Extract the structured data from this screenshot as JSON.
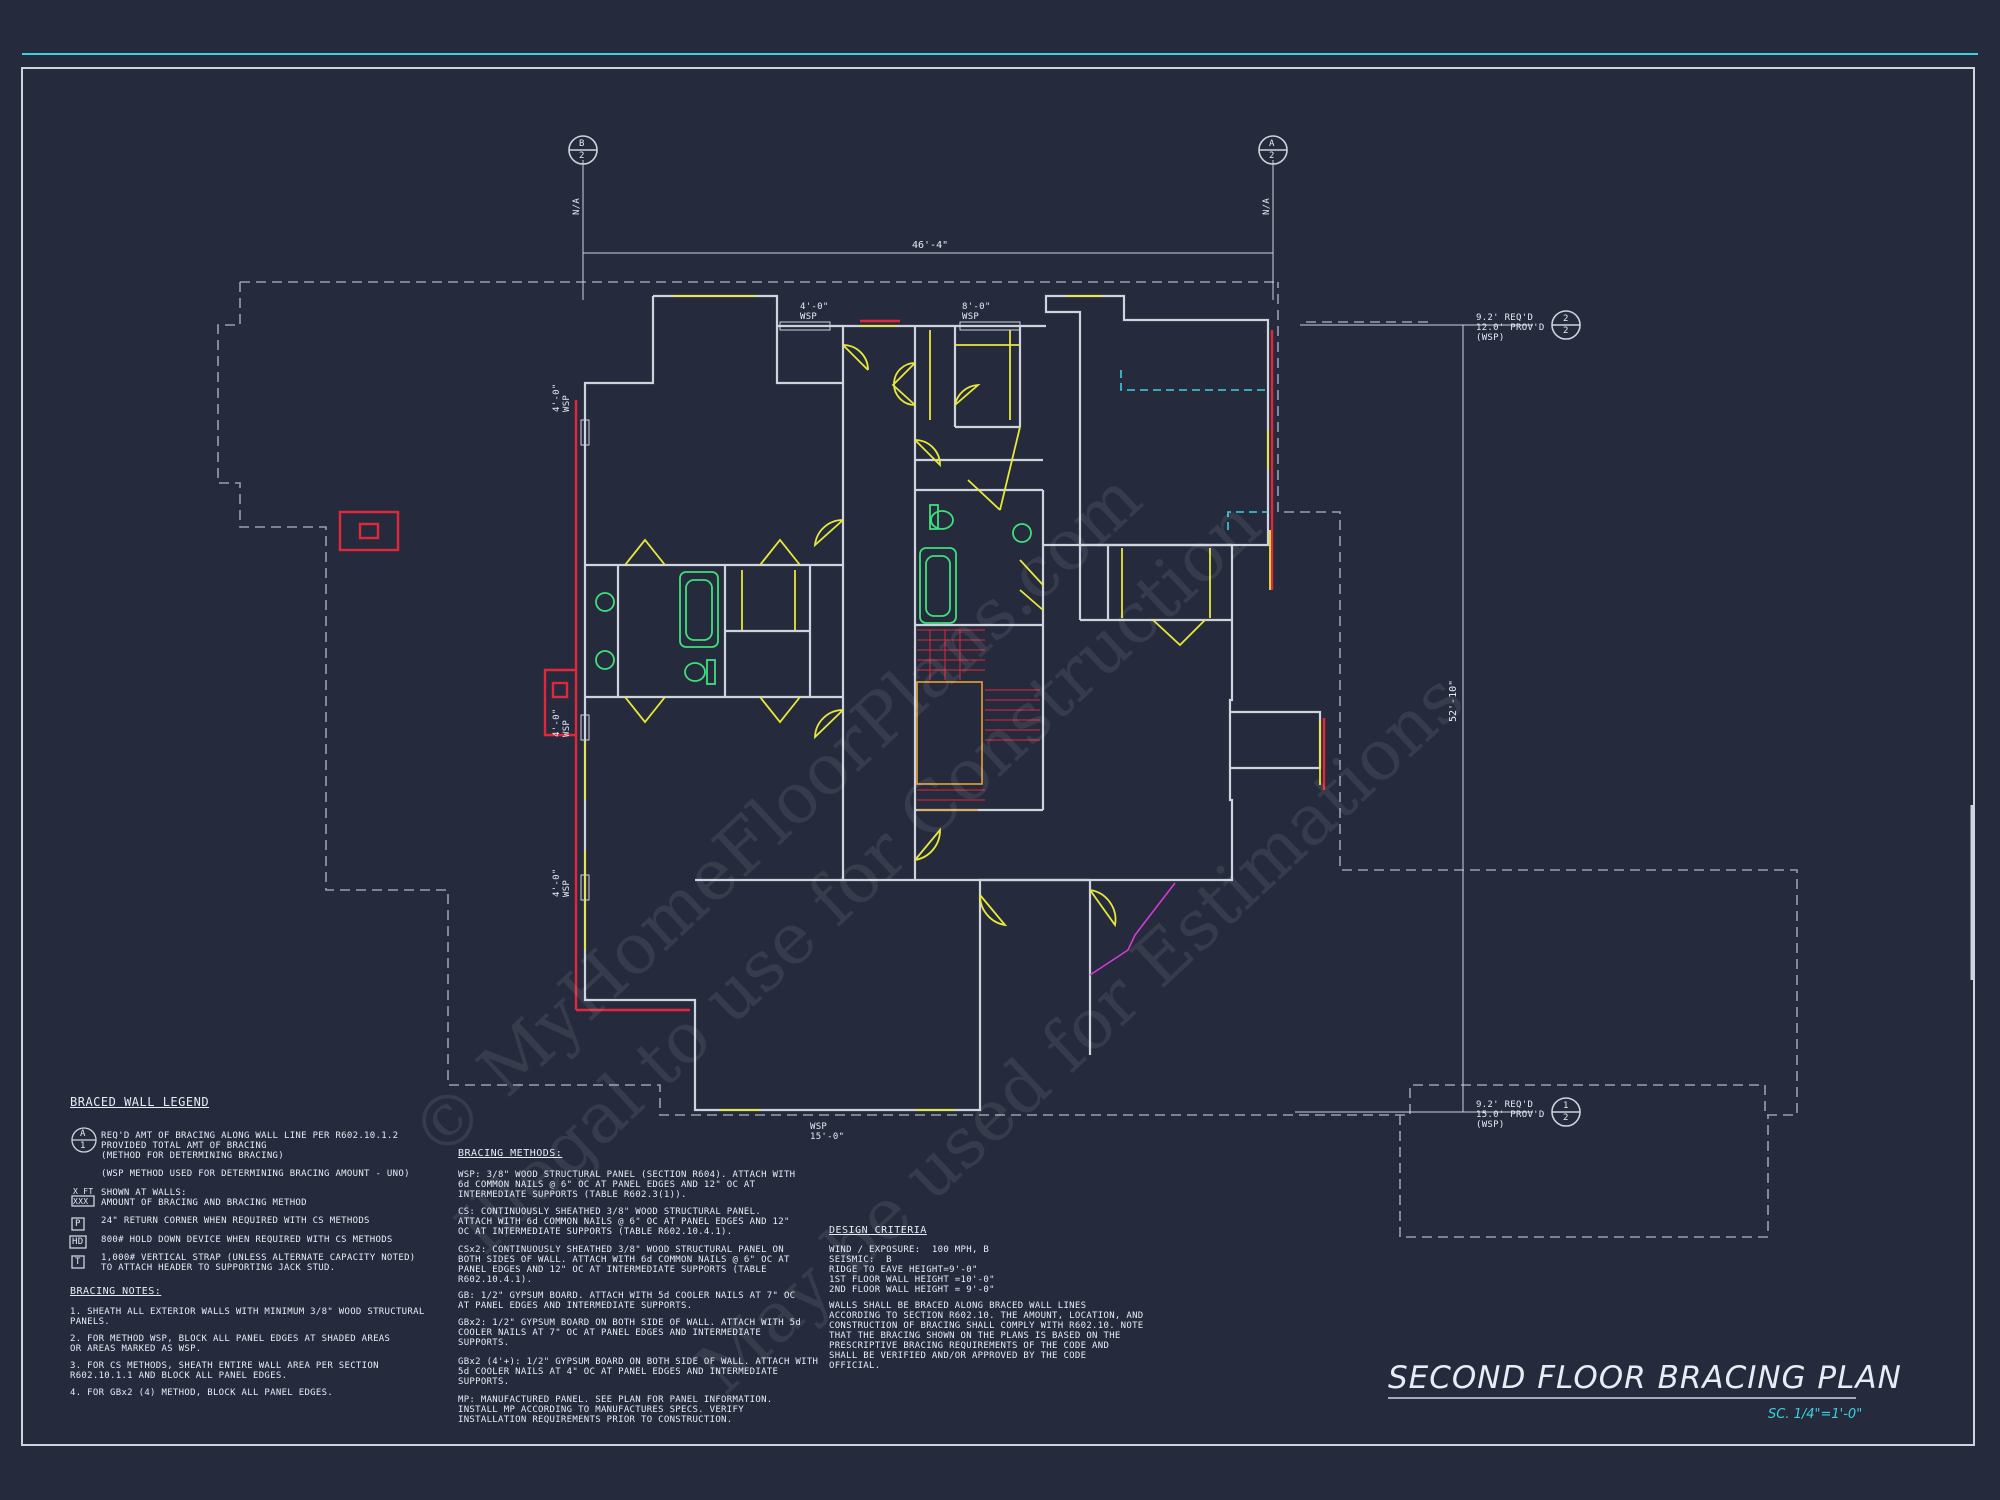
{
  "drawing": {
    "title": "SECOND FLOOR BRACING PLAN",
    "scale": "SC. 1/4\"=1'-0\""
  },
  "dimensions": {
    "overall_width": "46'-4\"",
    "overall_depth": "52'-10\"",
    "grid_top_left": {
      "letter": "B",
      "num": "2"
    },
    "grid_top_right": {
      "letter": "A",
      "num": "2"
    },
    "grid_na": "N/A",
    "line_2_label": "9.2' REQ'D\n12.0' PROV'D\n(WSP)",
    "line_2_circle": {
      "top": "2",
      "bottom": "2"
    },
    "line_1_label": "9.2' REQ'D\n15.0' PROV'D\n(WSP)",
    "line_1_circle": {
      "top": "1",
      "bottom": "2"
    },
    "tag_top_1": "4'-0\"\nWSP",
    "tag_top_2": "8'-0\"\nWSP",
    "tag_bottom": "WSP\n15'-0\"",
    "tag_left_1": "4'-0\"\nWSP",
    "tag_left_2": "4'-0\"\nWSP",
    "tag_left_3": "4'-0\"\nWSP"
  },
  "legend": {
    "heading": "BRACED WALL LEGEND",
    "symbol_a": {
      "top": "A",
      "bottom": "1"
    },
    "line1": "REQ'D AMT OF BRACING ALONG WALL LINE PER R602.10.1.2\nPROVIDED TOTAL AMT OF BRACING\n(METHOD FOR DETERMINING BRACING)",
    "line2": "(WSP METHOD USED FOR DETERMINING BRACING AMOUNT - UNO)",
    "xft_symbol": "X FT\nXXX",
    "xft_text": "SHOWN AT WALLS:\nAMOUNT OF BRACING AND BRACING METHOD",
    "p_symbol": "P",
    "p_text": "24\" RETURN CORNER WHEN REQUIRED WITH CS METHODS",
    "hd_symbol": "HD",
    "hd_text": "800# HOLD DOWN DEVICE WHEN REQUIRED WITH CS METHODS",
    "t_symbol": "T",
    "t_text": "1,000# VERTICAL STRAP (UNLESS ALTERNATE CAPACITY NOTED)\nTO ATTACH HEADER TO SUPPORTING JACK STUD."
  },
  "bracing_notes": {
    "heading": "BRACING NOTES:",
    "items": [
      "1. SHEATH ALL EXTERIOR WALLS WITH MINIMUM 3/8\" WOOD STRUCTURAL\nPANELS.",
      "2. FOR METHOD WSP, BLOCK ALL PANEL EDGES AT SHADED AREAS\nOR AREAS MARKED AS WSP.",
      "3. FOR CS METHODS, SHEATH ENTIRE WALL AREA PER SECTION\nR602.10.1.1 AND BLOCK ALL PANEL EDGES.",
      "4. FOR GBx2 (4) METHOD, BLOCK ALL PANEL EDGES."
    ]
  },
  "bracing_methods": {
    "heading": "BRACING METHODS:",
    "items": [
      "WSP: 3/8\" WOOD STRUCTURAL PANEL (SECTION R604). ATTACH WITH\n6d COMMON NAILS @ 6\" OC AT PANEL EDGES AND 12\" OC AT\nINTERMEDIATE SUPPORTS (TABLE R602.3(1)).",
      "CS: CONTINUOUSLY SHEATHED 3/8\" WOOD STRUCTURAL PANEL.\nATTACH WITH 6d COMMON NAILS @ 6\" OC AT PANEL EDGES AND 12\"\nOC AT INTERMEDIATE SUPPORTS (TABLE R602.10.4.1).",
      "CSx2: CONTINUOUSLY SHEATHED 3/8\" WOOD STRUCTURAL PANEL ON\nBOTH SIDES OF WALL. ATTACH WITH 6d COMMON NAILS @ 6\" OC AT\nPANEL EDGES AND 12\" OC AT INTERMEDIATE SUPPORTS (TABLE\nR602.10.4.1).",
      "GB: 1/2\" GYPSUM BOARD. ATTACH WITH 5d COOLER NAILS AT 7\" OC\nAT PANEL EDGES AND INTERMEDIATE SUPPORTS.",
      "GBx2: 1/2\" GYPSUM BOARD ON BOTH SIDE OF WALL. ATTACH WITH 5d\nCOOLER NAILS AT 7\" OC AT PANEL EDGES AND INTERMEDIATE\nSUPPORTS.",
      "GBx2 (4'+): 1/2\" GYPSUM BOARD ON BOTH SIDE OF WALL. ATTACH WITH\n5d COOLER NAILS AT 4\" OC AT PANEL EDGES AND INTERMEDIATE\nSUPPORTS.",
      "MP: MANUFACTURED PANEL. SEE PLAN FOR PANEL INFORMATION.\nINSTALL MP ACCORDING TO MANUFACTURES SPECS. VERIFY\nINSTALLATION REQUIREMENTS PRIOR TO CONSTRUCTION."
    ]
  },
  "design_criteria": {
    "heading": "DESIGN CRITERIA",
    "lines": "WIND / EXPOSURE:  100 MPH, B\nSEISMIC:  B\nRIDGE TO EAVE HEIGHT=9'-0\"\n1ST FLOOR WALL HEIGHT =10'-0\"\n2ND FLOOR WALL HEIGHT = 9'-0\"",
    "note": "WALLS SHALL BE BRACED ALONG BRACED WALL LINES\nACCORDING TO SECTION R602.10. THE AMOUNT, LOCATION, AND\nCONSTRUCTION OF BRACING SHALL COMPLY WITH R602.10. NOTE\nTHAT THE BRACING SHOWN ON THE PLANS IS BASED ON THE\nPRESCRIPTIVE BRACING REQUIREMENTS OF THE CODE AND\nSHALL BE VERIFIED AND/OR APPROVED BY THE CODE\nOFFICIAL."
  },
  "watermark": {
    "line1": "© MyHomeFloorPlans.com",
    "line2": "Illegal to use for Construction",
    "line3": "May be used for Estimations"
  },
  "colors": {
    "background": "#252a3d",
    "wall": "#cfd3dc",
    "brace_red": "#e0283a",
    "door_yellow": "#e8e83a",
    "fixture_green": "#3ee07a",
    "accent_cyan": "#3fd0e0",
    "stair_orange": "#e8a23a",
    "accent_magenta": "#d63ad6"
  }
}
